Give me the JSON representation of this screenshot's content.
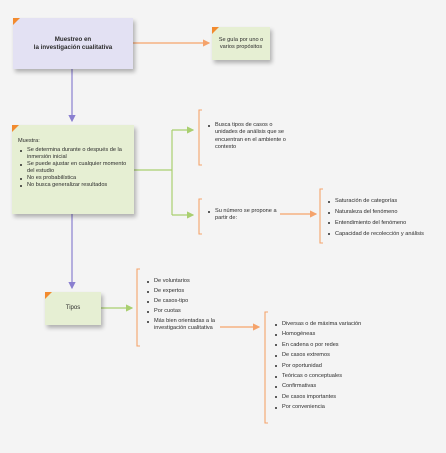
{
  "main": {
    "title_line1": "Muestreo en",
    "title_line2": "la investigación cualitativa"
  },
  "guide": {
    "line1": "Se guía por uno o",
    "line2": "varios propósitos"
  },
  "muestra": {
    "title": "Muestra:",
    "items": [
      "Se determina durante o después de la inmersión inicial",
      "Se puede ajustar en cualquier momento del estudio",
      "No es probabilística",
      "No busca generalizar resultados"
    ]
  },
  "busca": {
    "items": [
      "Busca tipos de casos o unidades de análisis que se encuentran en el ambiente o contexto"
    ]
  },
  "numero": {
    "items": [
      "Su número se propone a partir de:"
    ]
  },
  "saturacion": {
    "items": [
      "Saturación de categorías",
      "Naturaleza del fenómeno",
      "Entendimiento del fenómeno",
      "Capacidad de recolección y análisis"
    ]
  },
  "tipos": {
    "label": "Tipos"
  },
  "tipos_list": {
    "items": [
      "De voluntarios",
      "De expertos",
      "De casos-tipo",
      "Por cuotas",
      "Más bien orientadas a la investigación cualitativa"
    ]
  },
  "diversas": {
    "items": [
      "Diversas o de máxima variación",
      "Homogéneas",
      "En cadena o por redes",
      "De casos extremos",
      "Por oportunidad",
      "Teóricas o conceptuales",
      "Confirmativas",
      "De casos importantes",
      "Por conveniencia"
    ]
  },
  "colors": {
    "purple_box": "#e3e1f3",
    "green_box": "#e6efd3",
    "corner": "#f28a2e",
    "arrow_purple": "#8a7fd0",
    "arrow_orange": "#f5a36b",
    "arrow_green": "#a9cf6f"
  }
}
